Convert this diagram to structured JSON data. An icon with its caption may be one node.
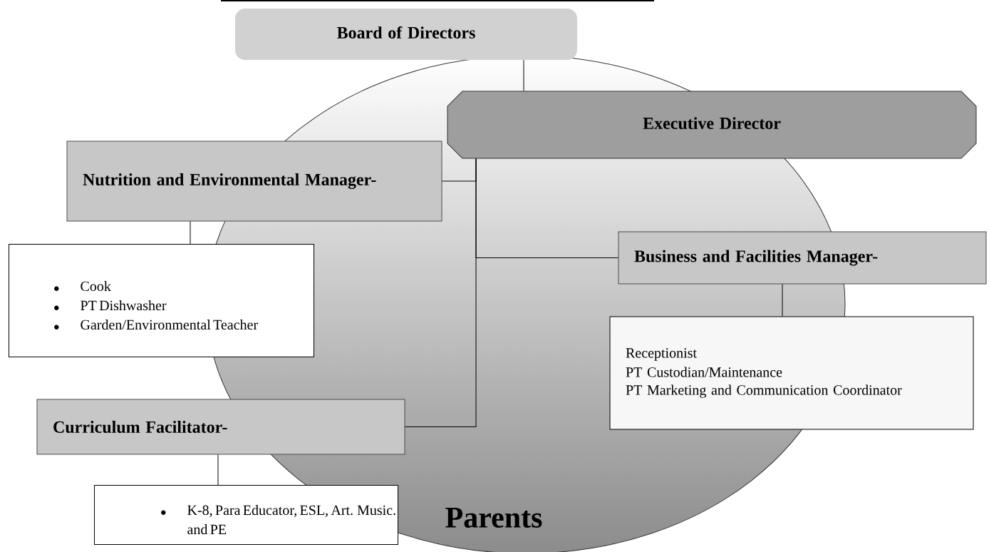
{
  "diagram": {
    "nodes": [
      {
        "text": [
          "Board of Directors"
        ]
      },
      {
        "text": [
          "Executive Director"
        ]
      },
      {
        "text": [
          "Nutrition and Environmental Manager-"
        ]
      },
      {
        "text": [
          "Cook",
          "PT Dishwasher",
          "Garden/Environmental Teacher"
        ]
      },
      {
        "text": [
          "Business and Facilities Manager-"
        ]
      },
      {
        "text": [
          "Receptionist",
          "PT Custodian/Maintenance",
          "PT Marketing and Communication Coordinator"
        ]
      },
      {
        "text": [
          "Curriculum Facilitator-"
        ]
      },
      {
        "text": [
          "K-8, Para Educator, ESL, Art. Music. and PE"
        ]
      }
    ],
    "labels": [
      "Parents"
    ],
    "edges": [
      {
        "from": 0,
        "to": 1,
        "arrow": "none"
      },
      {
        "from": 1,
        "to": 2,
        "arrow": "none"
      },
      {
        "from": 1,
        "to": 4,
        "arrow": "none"
      },
      {
        "from": 1,
        "to": 6,
        "arrow": "none"
      },
      {
        "from": 2,
        "to": 3,
        "arrow": "none"
      },
      {
        "from": 4,
        "to": 5,
        "arrow": "none"
      },
      {
        "from": 6,
        "to": 7,
        "arrow": "none"
      }
    ]
  }
}
